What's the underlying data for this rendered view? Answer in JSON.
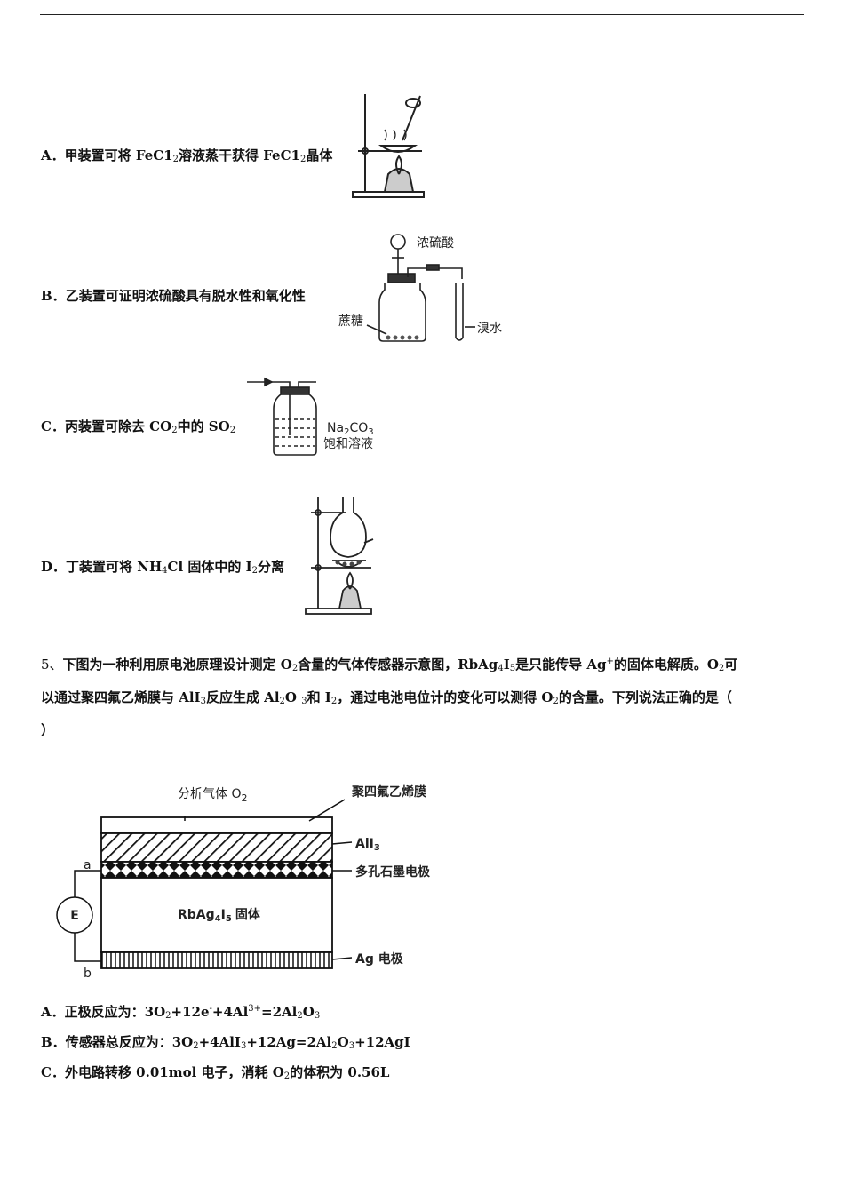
{
  "options_top": [
    {
      "letter": "A．",
      "parts": [
        "甲装置可将 FeC1",
        "2",
        "溶液蒸干获得 FeC1",
        "2",
        "晶体"
      ]
    },
    {
      "letter": "B．",
      "text": "乙装置可证明浓硫酸具有脱水性和氧化性"
    },
    {
      "letter": "C．",
      "parts": [
        "丙装置可除去 CO",
        "2",
        "中的 SO",
        "2"
      ]
    },
    {
      "letter": "D．",
      "parts": [
        "丁装置可将 NH",
        "4",
        "Cl 固体中的 I",
        "2",
        "分离"
      ]
    }
  ],
  "figB": {
    "acid": "浓硫酸",
    "sugar": "蔗糖",
    "bromine": "溴水"
  },
  "figC": {
    "reagent_a": "Na",
    "reagent_sub": "2",
    "reagent_b": "CO",
    "reagent_sub2": "3",
    "reagent_line2": "饱和溶液"
  },
  "question": {
    "number": "5、",
    "line1": [
      "下图为一种利用原电池原理设计测定 O",
      "2",
      "含量的气体传感器示意图，RbAg",
      "4",
      "I",
      "5",
      "是只能传导 Ag",
      "+",
      "的固体电解质。O",
      "2",
      "可"
    ],
    "line2": [
      "以通过聚四氟乙烯膜与 AlI",
      "3",
      "反应生成 Al",
      "2",
      "O ",
      "3",
      "和 I",
      "2",
      "，通过电池电位计的变化可以测得 O",
      "2",
      "的含量。下列说法正确的是（"
    ],
    "line3": "）"
  },
  "sensor": {
    "gas": "分析气体 O",
    "gas_sub": "2",
    "membrane": "聚四氟乙烯膜",
    "ali3": "AlI",
    "ali3_sub": "3",
    "graphite": "多孔石墨电极",
    "solid": "RbAg",
    "solid_sub1": "4",
    "solid_mid": "I",
    "solid_sub2": "5",
    "solid_end": "固体",
    "ag": "Ag 电极",
    "meter": "E",
    "a": "a",
    "b": "b"
  },
  "answers": [
    {
      "letter": "A．",
      "parts": [
        "正极反应为：3O",
        "2",
        "+12e",
        "-",
        "+4Al",
        "3+",
        "=2Al",
        "2",
        "O",
        "3"
      ]
    },
    {
      "letter": "B．",
      "parts": [
        "传感器总反应为：3O",
        "2",
        "+4AlI",
        "3",
        "+12Ag=2Al",
        "2",
        "O",
        "3",
        "+12AgI"
      ]
    },
    {
      "letter": "C．",
      "parts": [
        "外电路转移 0.01mol 电子，消耗 O",
        "2",
        "的体积为 0.56L"
      ]
    }
  ]
}
